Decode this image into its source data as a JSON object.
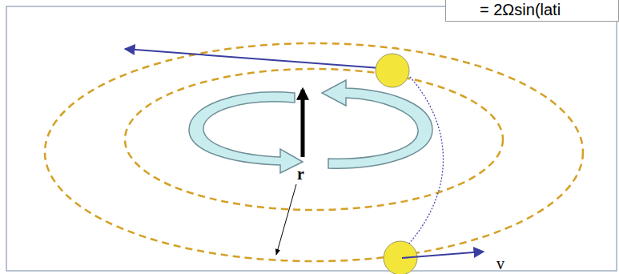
{
  "diagram": {
    "nodes": [
      {
        "text": [
          "= 2Ωsin(lati"
        ]
      }
    ],
    "labels": [
      "r",
      "v"
    ]
  }
}
